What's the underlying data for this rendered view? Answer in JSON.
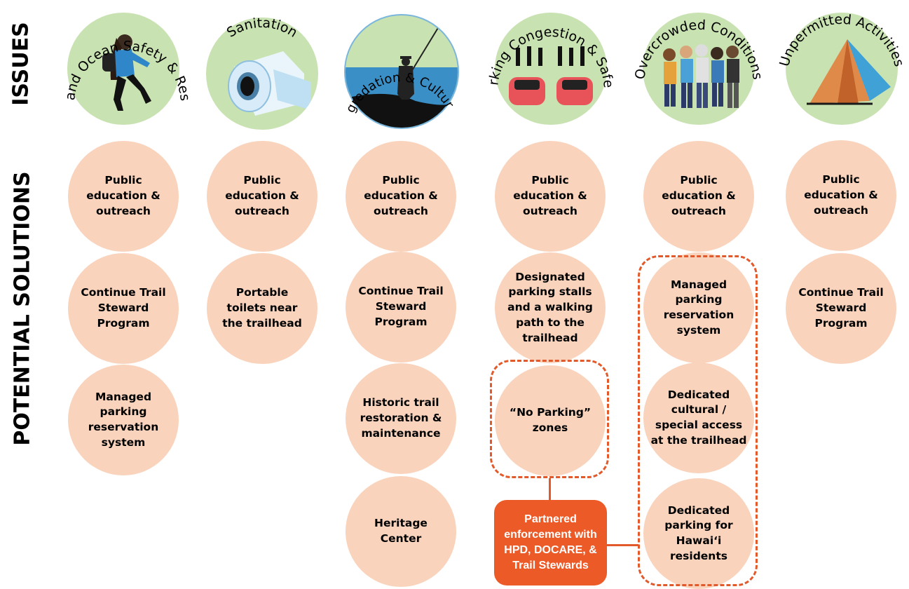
{
  "labels": {
    "issues": "ISSUES",
    "solutions": "POTENTIAL SOLUTIONS"
  },
  "colors": {
    "issue_circle": "#c8e2b1",
    "solution_circle": "#f9d3bc",
    "accent": "#e25a2b",
    "enforcement_box": "#ec5a27"
  },
  "issues": [
    {
      "title": "Trail and Ocean Safety & Rescues",
      "icon": "hiker-icon"
    },
    {
      "title": "Sanitation",
      "icon": "toilet-paper-icon"
    },
    {
      "title": "Resource Degredation & Cultural Awareness",
      "icon": "fisherman-icon"
    },
    {
      "title": "Parking Congestion & Safety",
      "icon": "cars-pedestrians-icon"
    },
    {
      "title": "Overcrowded Conditions",
      "icon": "hiker-group-icon"
    },
    {
      "title": "Unpermitted Activities",
      "icon": "tent-icon"
    }
  ],
  "solutions": [
    [
      "Public education & outreach",
      "Continue Trail Steward Program",
      "Managed parking reservation system"
    ],
    [
      "Public education & outreach",
      "Portable toilets near the trailhead"
    ],
    [
      "Public education & outreach",
      "Continue Trail Steward Program",
      "Historic trail restoration & maintenance",
      "Heritage Center"
    ],
    [
      "Public education & outreach",
      "Designated parking stalls and a walking path to the trailhead",
      "“No Parking” zones"
    ],
    [
      "Public education & outreach",
      "Managed parking reservation system",
      "Dedicated cultural / special access at the trailhead",
      "Dedicated parking for Hawai‘i residents"
    ],
    [
      "Public education & outreach",
      "Continue Trail Steward Program"
    ]
  ],
  "enforcement": "Partnered enforcement with HPD, DOCARE, & Trail Stewards"
}
